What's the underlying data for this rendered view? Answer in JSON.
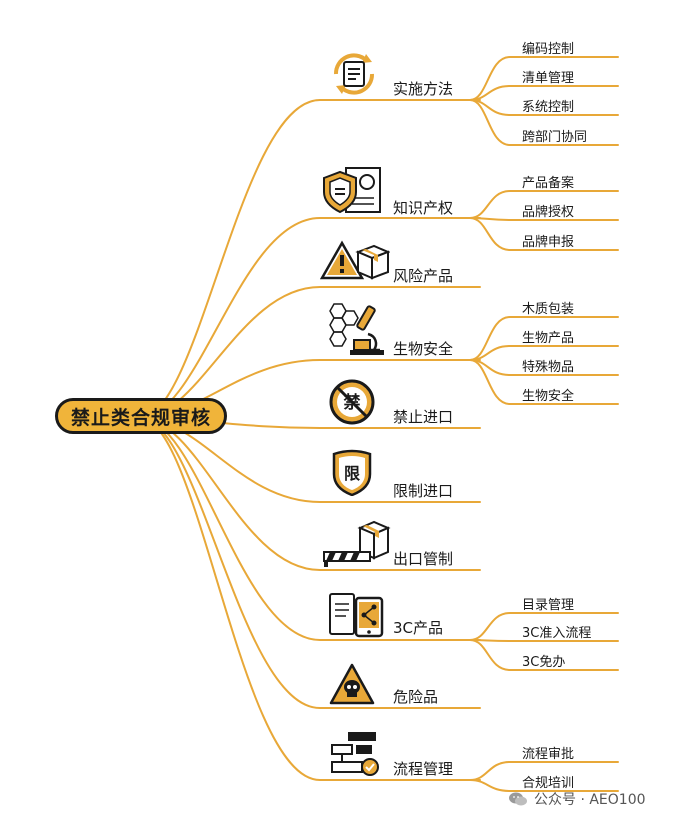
{
  "root": {
    "label": "禁止类合规审核"
  },
  "branches": [
    {
      "label": "实施方法",
      "icon": "cycle-document-icon",
      "leaves": [
        "编码控制",
        "清单管理",
        "系统控制",
        "跨部门协同"
      ]
    },
    {
      "label": "知识产权",
      "icon": "shield-certificate-icon",
      "leaves": [
        "产品备案",
        "品牌授权",
        "品牌申报"
      ]
    },
    {
      "label": "风险产品",
      "icon": "warning-box-icon",
      "leaves": []
    },
    {
      "label": "生物安全",
      "icon": "microscope-icon",
      "leaves": [
        "木质包装",
        "生物产品",
        "特殊物品",
        "生物安全"
      ]
    },
    {
      "label": "禁止进口",
      "icon": "prohibited-sign-icon",
      "icon_text": "禁",
      "leaves": []
    },
    {
      "label": "限制进口",
      "icon": "restricted-shield-icon",
      "icon_text": "限",
      "leaves": []
    },
    {
      "label": "出口管制",
      "icon": "barrier-box-icon",
      "leaves": []
    },
    {
      "label": "3C产品",
      "icon": "tablet-share-icon",
      "leaves": [
        "目录管理",
        "3C准入流程",
        "3C免办"
      ]
    },
    {
      "label": "危险品",
      "icon": "skull-warning-icon",
      "leaves": []
    },
    {
      "label": "流程管理",
      "icon": "flowchart-icon",
      "leaves": [
        "流程审批",
        "合规培训"
      ]
    }
  ],
  "watermark": {
    "text": "公众号 · AEO100",
    "icon": "wechat-icon"
  },
  "colors": {
    "line": "#e8a838",
    "accent": "#f0b43a",
    "ink": "#1a1a1a"
  }
}
